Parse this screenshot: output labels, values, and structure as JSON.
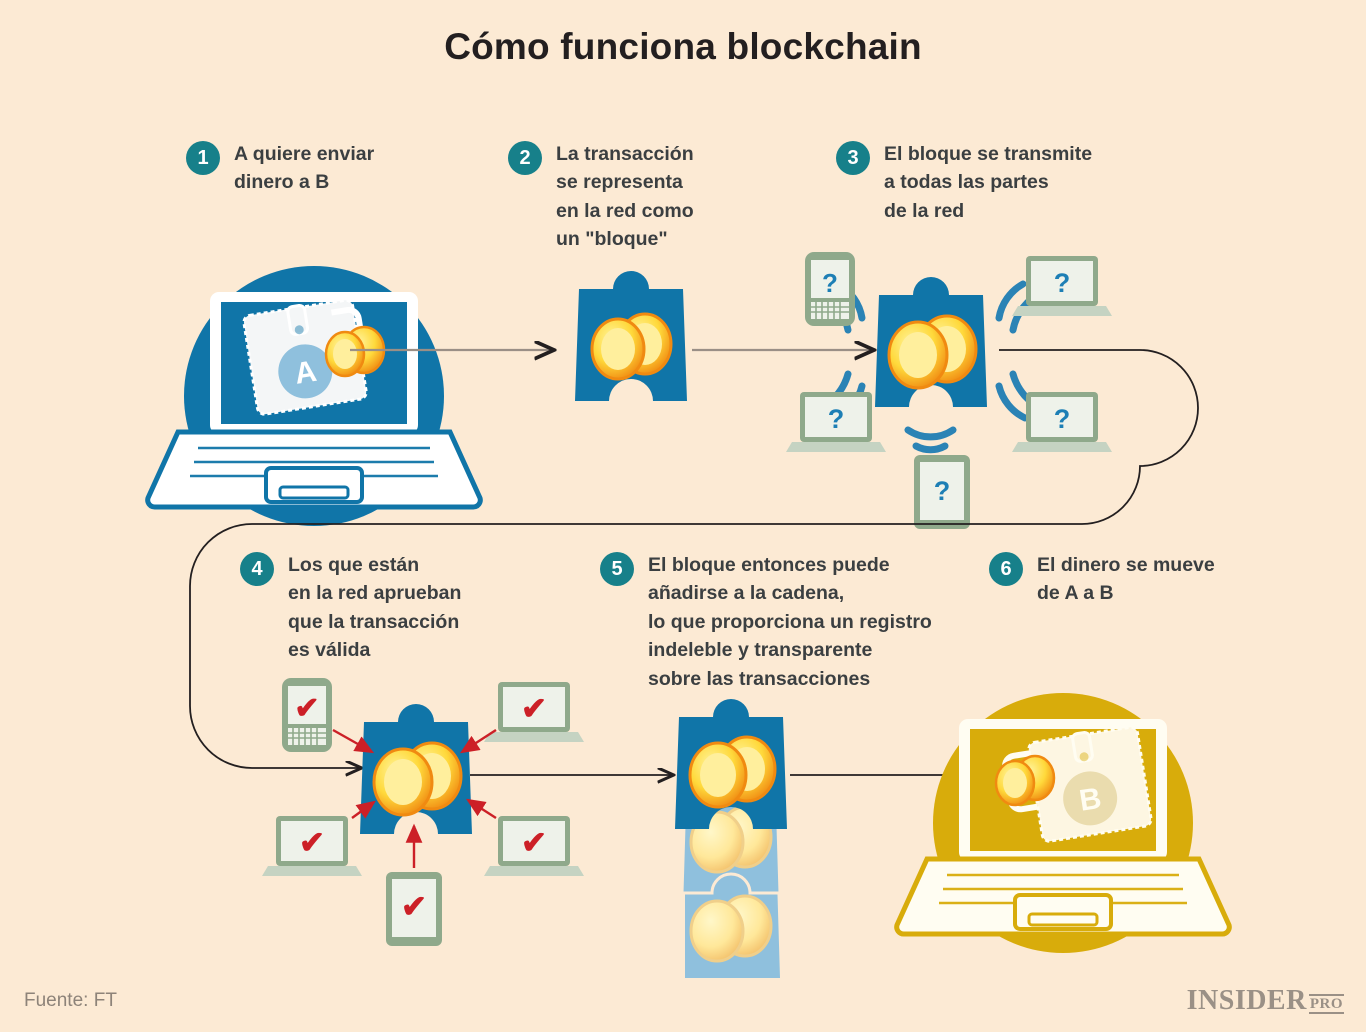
{
  "page": {
    "title": "Cómo funciona blockchain",
    "background_color": "#fcead4",
    "accent_teal": "#17808a",
    "accent_blue": "#1075a8",
    "accent_gold": "#d8ac0b",
    "device_green": "#8fa98b",
    "check_red": "#cc2027",
    "text_color": "#3b3f41"
  },
  "steps": [
    {
      "number": "1",
      "text": "A quiere enviar\ndinero a B"
    },
    {
      "number": "2",
      "text": "La transacción\nse representa\nen la red como\nun \"bloque\""
    },
    {
      "number": "3",
      "text": "El bloque se transmite\na todas las partes\nde la red"
    },
    {
      "number": "4",
      "text": "Los que están\nen la red aprueban\nque la transacción\nes válida"
    },
    {
      "number": "5",
      "text": "El bloque entonces puede\nañadirse a la cadena,\nlo que proporciona un registro\nindeleble y transparente\nsobre las transacciones"
    },
    {
      "number": "6",
      "text": "El dinero se mueve\nde A a B"
    }
  ],
  "illustrations": {
    "sender_wallet_letter": "A",
    "receiver_wallet_letter": "B",
    "unknown_marker": "?",
    "approved_marker": "✔",
    "sender_laptop_color": "#1075a8",
    "receiver_laptop_color": "#d8ac0b",
    "broadcast_device_count": "5",
    "approval_device_count": "5",
    "chain_block_count": "3"
  },
  "footer": {
    "source": "Fuente: FT",
    "logo_main": "INSIDER",
    "logo_pro": "PRO"
  }
}
